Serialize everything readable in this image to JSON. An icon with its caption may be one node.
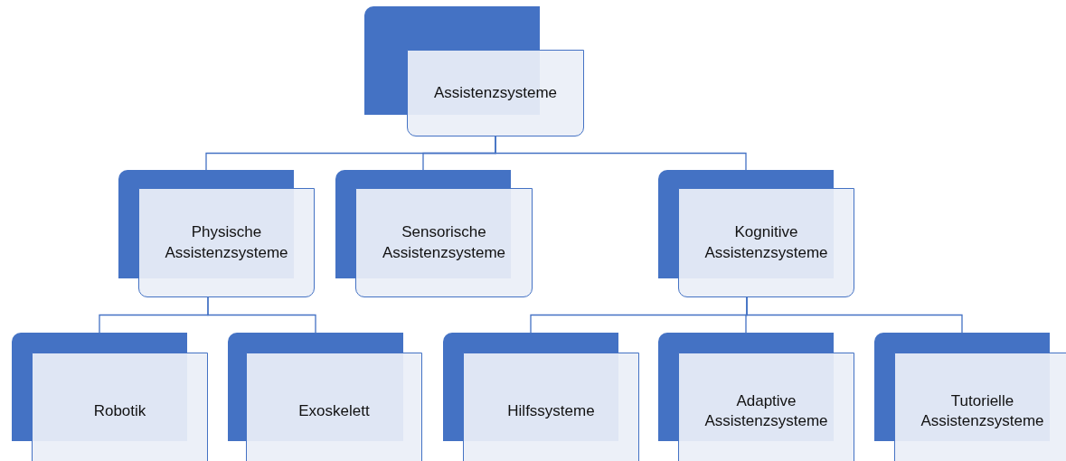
{
  "diagram": {
    "nodes": [
      {
        "text": [
          "Assistenzsysteme"
        ]
      },
      {
        "text": [
          "Physische Assistenzsysteme"
        ]
      },
      {
        "text": [
          "Sensorische Assistenzsysteme"
        ]
      },
      {
        "text": [
          "Kognitive Assistenzsysteme"
        ]
      },
      {
        "text": [
          "Robotik"
        ]
      },
      {
        "text": [
          "Exoskelett"
        ]
      },
      {
        "text": [
          "Hilfssysteme"
        ]
      },
      {
        "text": [
          "Adaptive Assistenzsysteme"
        ]
      },
      {
        "text": [
          "Tutorielle Assistenzsysteme"
        ]
      }
    ],
    "edges": [
      {
        "from": 0,
        "to": 1,
        "arrow": "none"
      },
      {
        "from": 0,
        "to": 2,
        "arrow": "none"
      },
      {
        "from": 0,
        "to": 3,
        "arrow": "none"
      },
      {
        "from": 1,
        "to": 4,
        "arrow": "none"
      },
      {
        "from": 1,
        "to": 5,
        "arrow": "none"
      },
      {
        "from": 3,
        "to": 6,
        "arrow": "none"
      },
      {
        "from": 3,
        "to": 7,
        "arrow": "none"
      },
      {
        "from": 3,
        "to": 8,
        "arrow": "none"
      }
    ]
  }
}
